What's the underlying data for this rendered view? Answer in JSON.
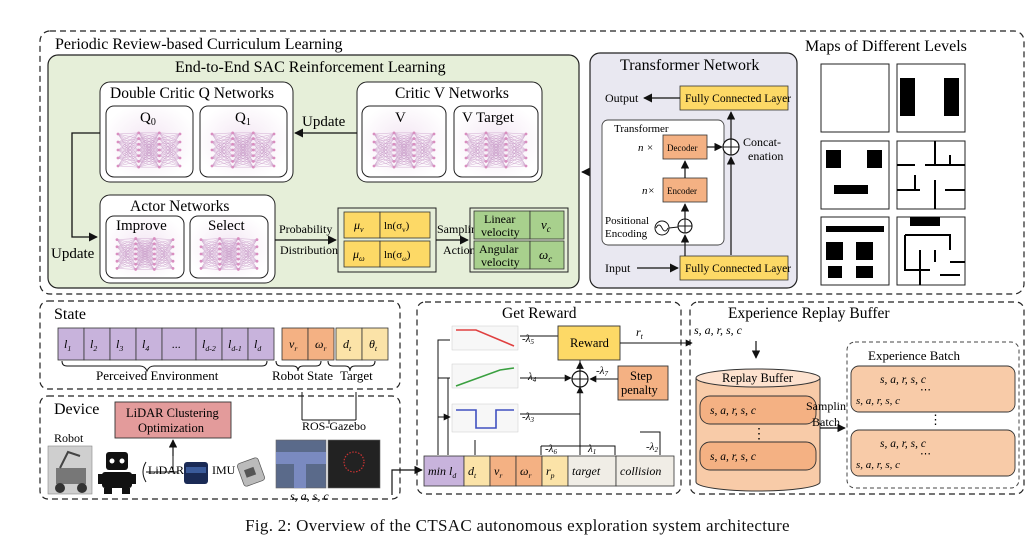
{
  "caption": "Fig. 2: Overview of the CTSAC autonomous exploration system architecture",
  "curriculum": {
    "title": "Periodic Review-based Curriculum Learning"
  },
  "maps": {
    "title": "Maps of Different Levels"
  },
  "sac": {
    "title": "End-to-End SAC Reinforcement Learning",
    "critic_q": {
      "title": "Double Critic Q Networks",
      "q0": "Q",
      "q0_sub": "0",
      "q1": "Q",
      "q1_sub": "1"
    },
    "critic_v": {
      "title": "Critic V Networks",
      "v": "V",
      "v_target": "V Target"
    },
    "update_label": "Update",
    "update_left": "Update",
    "actor": {
      "title": "Actor Networks",
      "improve": "Improve",
      "select": "Select"
    },
    "probability": "Probability",
    "distribution": "Distribution",
    "mu_v": "μ",
    "mu_v_sub": "v",
    "ln_sigma_v": "ln(σ",
    "ln_sigma_v_sub": "v",
    "ln_close": ")",
    "mu_w": "μ",
    "mu_w_sub": "ω",
    "ln_sigma_w": "ln(σ",
    "ln_sigma_w_sub": "ω",
    "sampling": "Sampling",
    "action": "Action",
    "linear": "Linear",
    "velocity": "velocity",
    "angular": "Angular",
    "vc": "v",
    "vc_sub": "c",
    "wc": "ω",
    "wc_sub": "c"
  },
  "transformer": {
    "title": "Transformer Network",
    "output": "Output",
    "fc_top": "Fully Connected Layer",
    "fc_bottom": "Fully Connected Layer",
    "inner_title": "Transformer",
    "decoder": "Decoder",
    "encoder": "Encoder",
    "n_times_1": "n ×",
    "n_times_2": "n×",
    "positional": "Positional",
    "encoding": "Encoding",
    "concat1": "Concat-",
    "concat2": "enation",
    "input": "Input"
  },
  "state": {
    "title": "State",
    "cells": [
      "l",
      "l",
      "l",
      "l",
      "...",
      "l",
      "l",
      "l"
    ],
    "cell_subs": [
      "1",
      "2",
      "3",
      "4",
      "",
      "d-2",
      "d-1",
      "d"
    ],
    "robot_cells": [
      "v",
      "ω"
    ],
    "robot_subs": [
      "r",
      "r"
    ],
    "target_cells": [
      "d",
      "θ"
    ],
    "target_subs": [
      "t",
      "t"
    ],
    "perceived": "Perceived Environment",
    "robot_state": "Robot State",
    "target": "Target"
  },
  "device": {
    "title": "Device",
    "lidar_box1": "LiDAR Clustering",
    "lidar_box2": "Optimization",
    "robot": "Robot",
    "lidar": "LiDAR",
    "imu": "IMU",
    "ros": "ROS-Gazebo",
    "tuple": "s, a, s, c",
    "tuple_subs": [
      "t",
      "t",
      "t+1",
      "t"
    ]
  },
  "reward": {
    "title": "Get Reward",
    "lambda5": "-λ",
    "lambda5_sub": "5",
    "lambda4": "λ",
    "lambda4_sub": "4",
    "lambda3": "-λ",
    "lambda3_sub": "3",
    "lambda7": "-λ",
    "lambda7_sub": "7",
    "lambda6": "-λ",
    "lambda6_sub": "6",
    "lambda1": "λ",
    "lambda1_sub": "1",
    "lambda2": "-λ",
    "lambda2_sub": "2",
    "reward_box": "Reward",
    "rt": "r",
    "rt_sub": "t",
    "step1": "Step",
    "step2": "penalty",
    "cells": [
      "min l",
      "d",
      "v",
      "ω",
      "r",
      "target",
      "collision"
    ],
    "cell_subs": [
      "d",
      "t",
      "r",
      "r",
      "p",
      "",
      ""
    ]
  },
  "buffer": {
    "title": "Experience Replay Buffer",
    "tuple": "s, a, r, s, c",
    "tuple_subs": [
      "t",
      "t",
      "t",
      "t+1",
      "t"
    ],
    "replay_title": "Replay Buffer",
    "row1": "s, a, r, s, c",
    "row1_subs": [
      "i1",
      "i1",
      "i1",
      "i1+1",
      "i1"
    ],
    "dots": "⋮",
    "row2": "s, a, r, s, c",
    "row2_subs": [
      "in",
      "in",
      "in",
      "in+1",
      "in"
    ],
    "sampling": "Sampling",
    "batch": "Batch",
    "batch_title": "Experience Batch",
    "b1": "s, a, r, s, c",
    "b1_subs": [
      "ti",
      "ti",
      "ti",
      "ti+1",
      "ti"
    ],
    "b2": "s, a, r, s, c",
    "b2_subs": [
      "ti+k",
      "ti+k",
      "ti+k",
      "ti+1+k",
      "ti+k"
    ],
    "b3": "s, a, r, s, c",
    "b3_subs": [
      "tj",
      "tj",
      "tj",
      "tj+1",
      "tj"
    ],
    "b4": "s, a, r, s, c",
    "b4_subs": [
      "tj+k",
      "tj+k",
      "tj+k",
      "tj+1+k",
      "tj+k"
    ],
    "batch_dots": "⋯"
  },
  "colors": {
    "sac_bg": "#e6efd9",
    "transformer_bg": "#e9e8f1",
    "state_purple": "#c8b3dc",
    "state_orange": "#f4b183",
    "state_yellow": "#fbe3a8",
    "green_cell": "#a8d08d",
    "yellow_box": "#fdd966",
    "pink_box": "#e39b9b",
    "orange_box": "#f4b183",
    "batch_bg": "#f8cba8"
  }
}
